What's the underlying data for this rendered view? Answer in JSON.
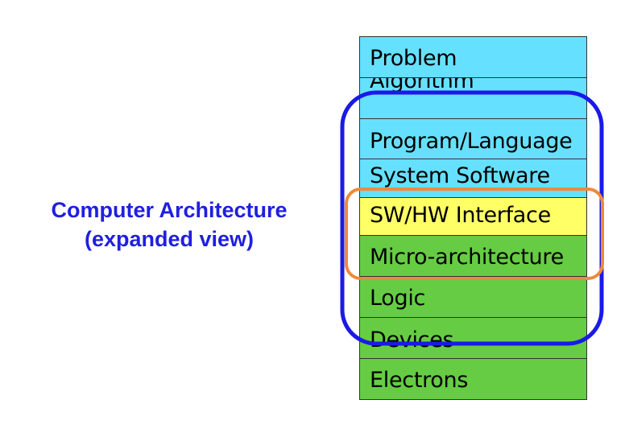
{
  "caption": {
    "line1": "Computer Architecture",
    "line2": "(expanded view)",
    "color": "#1f1fdf"
  },
  "layers": [
    {
      "label": "Problem",
      "color": "#66e0ff"
    },
    {
      "label": "Algorithm",
      "color": "#66e0ff"
    },
    {
      "label": "Program/Language",
      "color": "#66e0ff"
    },
    {
      "label": "System Software",
      "color": "#66e0ff"
    },
    {
      "label": "SW/HW Interface",
      "color": "#ffff66"
    },
    {
      "label": "Micro-architecture",
      "color": "#66cc44"
    },
    {
      "label": "Logic",
      "color": "#66cc44"
    },
    {
      "label": "Devices",
      "color": "#66cc44"
    },
    {
      "label": "Electrons",
      "color": "#66cc44"
    }
  ],
  "highlights": {
    "blue_outline_color": "#1a1ae6",
    "orange_outline_color": "#ee8a3a"
  }
}
